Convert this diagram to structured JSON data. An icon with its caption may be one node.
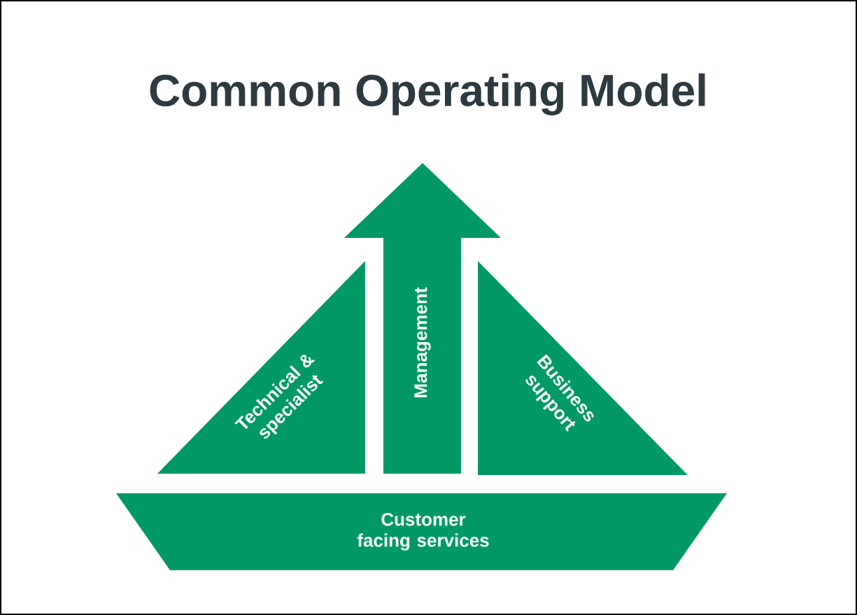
{
  "diagram": {
    "title": "Common Operating Model",
    "nodes": [
      {
        "text": [
          "Technical & specialist"
        ]
      },
      {
        "text": [
          "Management"
        ]
      },
      {
        "text": [
          "Business support"
        ]
      },
      {
        "text": [
          "Customer facing services"
        ]
      }
    ]
  }
}
